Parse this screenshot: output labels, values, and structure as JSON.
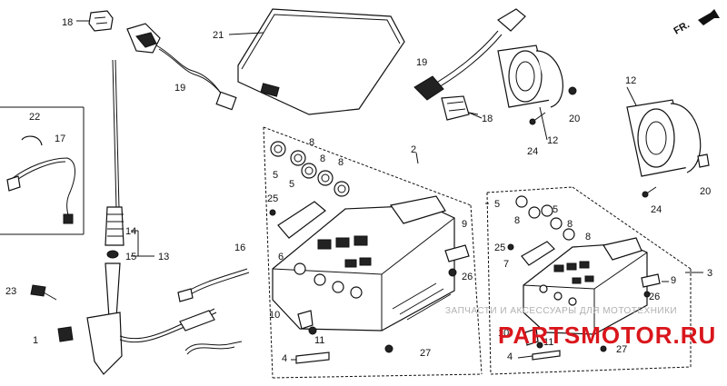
{
  "diagram": {
    "callouts": {
      "c18a": "18",
      "c21": "21",
      "c19a": "19",
      "c19b": "19",
      "c18b": "18",
      "c22": "22",
      "c17": "17",
      "c2": "2",
      "c8a": "8",
      "c8b": "8",
      "c8c": "8",
      "c5a": "5",
      "c5b": "5",
      "c25a": "25",
      "c6": "6",
      "c9a": "9",
      "c26a": "26",
      "c12a": "12",
      "c12b": "12",
      "c20a": "20",
      "c20b": "20",
      "c24a": "24",
      "c24b": "24",
      "c14": "14",
      "c15": "15",
      "c13": "13",
      "c16": "16",
      "c23": "23",
      "c1": "1",
      "c10a": "10",
      "c11a": "11",
      "c4a": "4",
      "c27a": "27",
      "c5c": "5",
      "c5d": "5",
      "c8d": "8",
      "c8e": "8",
      "c8f": "8",
      "c25b": "25",
      "c7": "7",
      "c9b": "9",
      "c26b": "26",
      "c3": "3",
      "c10b": "10",
      "c11b": "11",
      "c4b": "4",
      "c27b": "27"
    },
    "direction_label": "FR.",
    "watermark_line1": "ЗАПЧАСТИ И АКСЕССУАРЫ ДЛЯ МОТОТЕХНИКИ",
    "watermark_line2": "PARTSMOTOR.RU"
  }
}
